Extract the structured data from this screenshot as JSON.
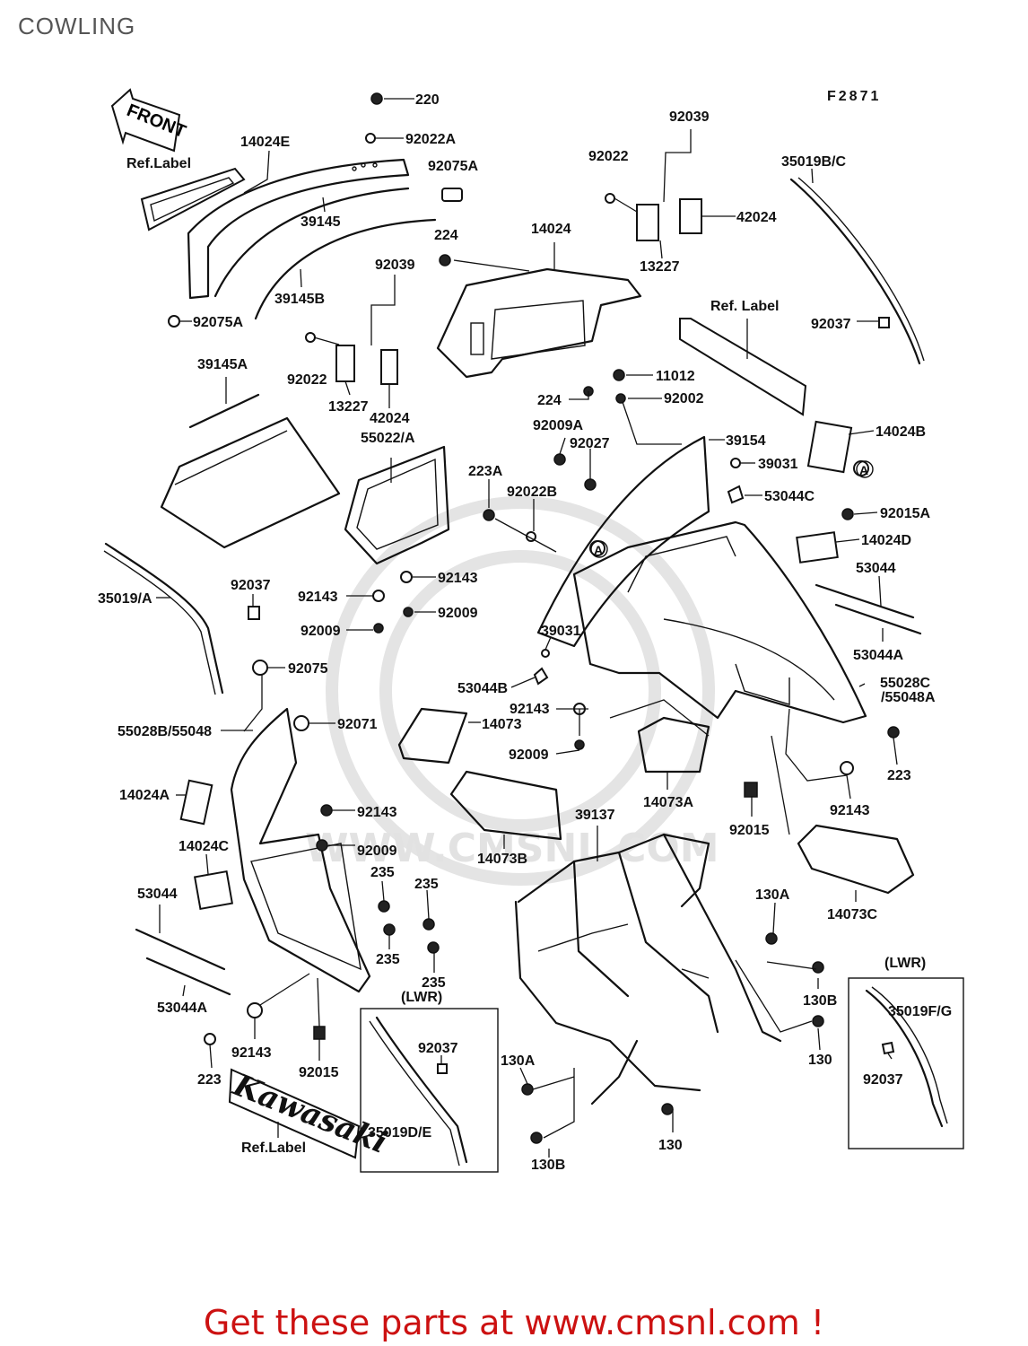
{
  "title": "COWLING",
  "figure_code": "F2871",
  "watermark": "WWW.CMSNL.COM",
  "footer": "Get these parts at www.cmsnl.com !",
  "front_arrow_label": "FRONT",
  "logo_text": "Kawasaki",
  "callout_a": "A",
  "lwr_left": "(LWR)",
  "lwr_right": "(LWR)",
  "labels": {
    "p220": "220",
    "p92022A": "92022A",
    "p14024E": "14024E",
    "refLabel1": "Ref.Label",
    "p92075A_1": "92075A",
    "p39145": "39145",
    "p224_1": "224",
    "p39145B": "39145B",
    "p92075A_2": "92075A",
    "p92039_1": "92039",
    "p92022_1": "92022",
    "p13227_1": "13227",
    "p42024_1": "42024",
    "p39145A": "39145A",
    "p14024": "14024",
    "p92022_2": "92022",
    "p92039_2": "92039",
    "p42024_2": "42024",
    "p13227_2": "13227",
    "p35019BC": "35019B/C",
    "refLabel2": "Ref. Label",
    "p92037_1": "92037",
    "p11012": "11012",
    "p224_2": "224",
    "p92002": "92002",
    "p55022A": "55022/A",
    "p92009A": "92009A",
    "p92027": "92027",
    "p39154": "39154",
    "p14024B": "14024B",
    "p39031_1": "39031",
    "p223A": "223A",
    "p92022B": "92022B",
    "p53044C": "53044C",
    "p92015A": "92015A",
    "p14024D": "14024D",
    "p53044_1": "53044",
    "p35019A": "35019/A",
    "p92037_2": "92037",
    "p92143_1": "92143",
    "p92143_2": "92143",
    "p92009_1": "92009",
    "p92009_2": "92009",
    "p39031_2": "39031",
    "p53044A_1": "53044A",
    "p92075": "92075",
    "p53044B": "53044B",
    "p55028C": "55028C",
    "p55048A": "/55048A",
    "p92143_3": "92143",
    "p14073": "14073",
    "p55028B": "55028B/55048",
    "p92071": "92071",
    "p92009_3": "92009",
    "p223_1": "223",
    "p14073A": "14073A",
    "p92143_4": "92143",
    "p14024A": "14024A",
    "p92143_5": "92143",
    "p92015_1": "92015",
    "p39137": "39137",
    "p14024C": "14024C",
    "p92009_4": "92009",
    "p14073B": "14073B",
    "p235_1": "235",
    "p235_2": "235",
    "p235_3": "235",
    "p235_4": "235",
    "p130A_1": "130A",
    "p14073C": "14073C",
    "p53044_2": "53044",
    "p53044A_2": "53044A",
    "p92143_6": "92143",
    "p223_2": "223",
    "p92015_2": "92015",
    "p92037_3": "92037",
    "p130B_1": "130B",
    "p130_1": "130",
    "p130A_2": "130A",
    "p35019FG": "35019F/G",
    "p92037_4": "92037",
    "p35019DE": "35019D/E",
    "refLabel3": "Ref.Label",
    "p130_2": "130",
    "p130B_2": "130B"
  }
}
